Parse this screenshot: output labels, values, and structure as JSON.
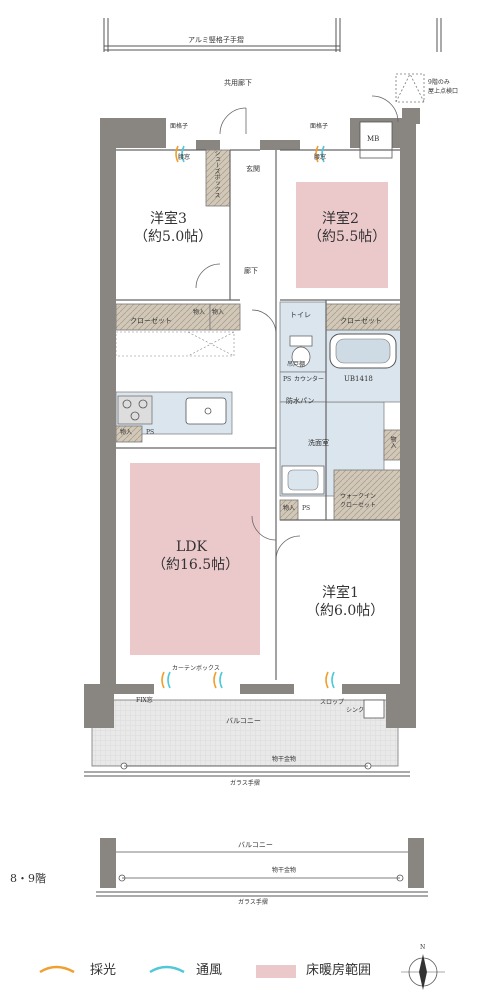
{
  "top_railing": "アルミ竪格子手摺",
  "corridor": "共用廊下",
  "inspection_note": [
    "9階のみ",
    "屋上点検口"
  ],
  "rooms": {
    "bedroom3": {
      "name": "洋室3",
      "size": "（約5.0帖）"
    },
    "bedroom2": {
      "name": "洋室2",
      "size": "（約5.5帖）"
    },
    "bedroom1": {
      "name": "洋室1",
      "size": "（約6.0帖）"
    },
    "ldk": {
      "name": "LDK",
      "size": "（約16.5帖）"
    }
  },
  "labels": {
    "grille_left": "面格子",
    "grille_right": "面格子",
    "window_left": "腰窓",
    "window_right": "腰窓",
    "mb": "MB",
    "shoe_box": "シューズボックス",
    "entrance": "玄関",
    "hallway": "廊下",
    "closet_left": "クローゼット",
    "closet_right": "クローゼット",
    "storage_a": "物入",
    "storage_b": "物入",
    "storage_c": "物入",
    "storage_d": "物入",
    "storage_e": "物入",
    "ps_a": "PS",
    "ps_b": "PS",
    "ps_c": "PS",
    "toilet": "トイレ",
    "hanging_shelf": "吊戸棚",
    "counter": "カウンター",
    "waterproof_pan": "防水パン",
    "unit_bath": "UB1418",
    "washroom": "洗面室",
    "walkin_closet": [
      "ウォークイン",
      "クローゼット"
    ],
    "curtain_box": "カーテンボックス",
    "fix_window": "FIX窓",
    "slop_sink": [
      "スロップ",
      "シンク"
    ],
    "balcony": "バルコニー",
    "laundry_rack": "物干金物",
    "glass_railing": "ガラス手摺"
  },
  "floor_block": {
    "floor": "8・9階",
    "balcony": "バルコニー",
    "laundry_rack": "物干金物",
    "glass_railing": "ガラス手摺"
  },
  "legend": [
    {
      "label": "採光",
      "color": "#f0a030"
    },
    {
      "label": "通風",
      "color": "#50c8d8"
    },
    {
      "label": "床暖房範囲",
      "color": "#ebc9cb"
    }
  ],
  "compass": "N",
  "colors": {
    "wall": "#898580",
    "floor_heating": "#ebc9cb",
    "closet": "#d2c8b9",
    "wet_area": "#dae5ee",
    "balcony": "#e8e8e8"
  }
}
